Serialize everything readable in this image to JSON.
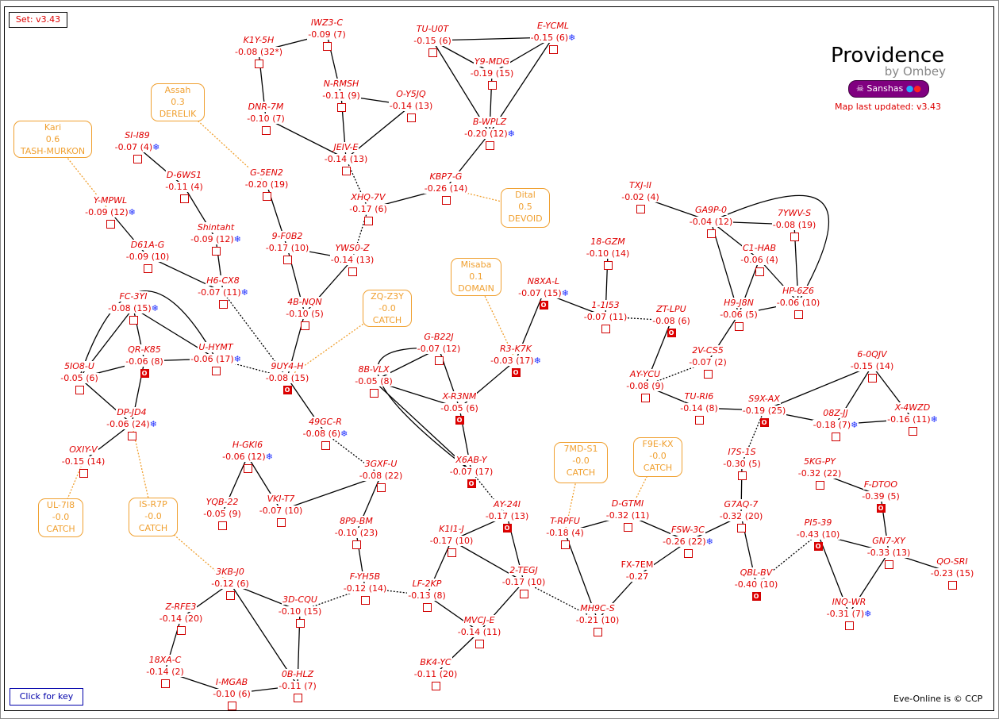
{
  "region": {
    "title": "Providence",
    "byline": "by Ombey",
    "faction": "Sanshas",
    "faction_icon": "skull-crossbones-icon",
    "updated": "Map last updated: v3.43"
  },
  "set_label": "Set: v3.43",
  "key_label": "Click for key",
  "copyright": "Eve-Online is © CCP",
  "colors": {
    "system": "#e00000",
    "neighbor_region": "#f0a030",
    "ice": "#2030ff",
    "faction_badge": "#800080"
  },
  "systems": [
    {
      "name": "IWZ3-C",
      "sec": "-0.09",
      "count": "(7)"
    },
    {
      "name": "K1Y-5H",
      "sec": "-0.08",
      "count": "(32*)"
    },
    {
      "name": "N-RMSH",
      "sec": "-0.11",
      "count": "(9)"
    },
    {
      "name": "O-Y5JQ",
      "sec": "-0.14",
      "count": "(13)"
    },
    {
      "name": "DNR-7M",
      "sec": "-0.10",
      "count": "(7)"
    },
    {
      "name": "JEIV-E",
      "sec": "-0.14",
      "count": "(13)"
    },
    {
      "name": "TU-U0T",
      "sec": "-0.15",
      "count": "(6)"
    },
    {
      "name": "E-YCML",
      "sec": "-0.15",
      "count": "(6)",
      "ice": true
    },
    {
      "name": "Y9-MDG",
      "sec": "-0.19",
      "count": "(15)"
    },
    {
      "name": "B-WPLZ",
      "sec": "-0.20",
      "count": "(12)",
      "ice": true
    },
    {
      "name": "KBP7-G",
      "sec": "-0.26",
      "count": "(14)"
    },
    {
      "name": "XHQ-7V",
      "sec": "-0.17",
      "count": "(6)"
    },
    {
      "name": "SI-I89",
      "sec": "-0.07",
      "count": "(4)",
      "ice": true
    },
    {
      "name": "D-6WS1",
      "sec": "-0.11",
      "count": "(4)"
    },
    {
      "name": "G-5EN2",
      "sec": "-0.20",
      "count": "(19)"
    },
    {
      "name": "Y-MPWL",
      "sec": "-0.09",
      "count": "(12)",
      "ice": true
    },
    {
      "name": "Shintaht",
      "sec": "-0.09",
      "count": "(12)",
      "ice": true
    },
    {
      "name": "9-F0B2",
      "sec": "-0.17",
      "count": "(10)"
    },
    {
      "name": "YWS0-Z",
      "sec": "-0.14",
      "count": "(13)"
    },
    {
      "name": "D61A-G",
      "sec": "-0.09",
      "count": "(10)"
    },
    {
      "name": "H6-CX8",
      "sec": "-0.07",
      "count": "(11)",
      "ice": true
    },
    {
      "name": "4B-NQN",
      "sec": "-0.10",
      "count": "(5)"
    },
    {
      "name": "FC-3YI",
      "sec": "-0.08",
      "count": "(15)",
      "ice": true
    },
    {
      "name": "QR-K85",
      "sec": "-0.06",
      "count": "(8)",
      "station": true
    },
    {
      "name": "U-HYMT",
      "sec": "-0.06",
      "count": "(17)",
      "ice": true
    },
    {
      "name": "5IO8-U",
      "sec": "-0.05",
      "count": "(6)"
    },
    {
      "name": "9UY4-H",
      "sec": "-0.08",
      "count": "(15)",
      "station": true
    },
    {
      "name": "DP-JD4",
      "sec": "-0.06",
      "count": "(24)",
      "ice": true
    },
    {
      "name": "49GC-R",
      "sec": "-0.08",
      "count": "(6)",
      "ice": true
    },
    {
      "name": "OXIY-V",
      "sec": "-0.15",
      "count": "(14)"
    },
    {
      "name": "H-GKI6",
      "sec": "-0.06",
      "count": "(12)",
      "ice": true
    },
    {
      "name": "YQB-22",
      "sec": "-0.05",
      "count": "(9)"
    },
    {
      "name": "VKI-T7",
      "sec": "-0.07",
      "count": "(10)"
    },
    {
      "name": "3GXF-U",
      "sec": "-0.08",
      "count": "(22)"
    },
    {
      "name": "8P9-BM",
      "sec": "-0.10",
      "count": "(23)"
    },
    {
      "name": "3KB-J0",
      "sec": "-0.12",
      "count": "(6)"
    },
    {
      "name": "3D-CQU",
      "sec": "-0.10",
      "count": "(15)"
    },
    {
      "name": "Z-RFE3",
      "sec": "-0.14",
      "count": "(20)"
    },
    {
      "name": "F-YH5B",
      "sec": "-0.12",
      "count": "(14)"
    },
    {
      "name": "18XA-C",
      "sec": "-0.14",
      "count": "(2)"
    },
    {
      "name": "I-MGAB",
      "sec": "-0.10",
      "count": "(6)"
    },
    {
      "name": "0B-HLZ",
      "sec": "-0.11",
      "count": "(7)"
    },
    {
      "name": "TXJ-II",
      "sec": "-0.02",
      "count": "(4)"
    },
    {
      "name": "GA9P-0",
      "sec": "-0.04",
      "count": "(12)"
    },
    {
      "name": "7YWV-S",
      "sec": "-0.08",
      "count": "(19)"
    },
    {
      "name": "18-GZM",
      "sec": "-0.10",
      "count": "(14)"
    },
    {
      "name": "C1-HAB",
      "sec": "-0.06",
      "count": "(4)"
    },
    {
      "name": "N8XA-L",
      "sec": "-0.07",
      "count": "(15)",
      "ice": true,
      "station": true
    },
    {
      "name": "1-1I53",
      "sec": "-0.07",
      "count": "(11)"
    },
    {
      "name": "HP-6Z6",
      "sec": "-0.06",
      "count": "(10)"
    },
    {
      "name": "H9-J8N",
      "sec": "-0.06",
      "count": "(5)"
    },
    {
      "name": "ZT-LPU",
      "sec": "-0.08",
      "count": "(6)",
      "station": true
    },
    {
      "name": "G-B22J",
      "sec": "-0.07",
      "count": "(12)"
    },
    {
      "name": "R3-K7K",
      "sec": "-0.03",
      "count": "(17)",
      "ice": true,
      "station": true
    },
    {
      "name": "2V-CS5",
      "sec": "-0.07",
      "count": "(2)"
    },
    {
      "name": "8B-VLX",
      "sec": "-0.05",
      "count": "(8)"
    },
    {
      "name": "6-0QJV",
      "sec": "-0.15",
      "count": "(14)"
    },
    {
      "name": "AY-YCU",
      "sec": "-0.08",
      "count": "(9)"
    },
    {
      "name": "X-R3NM",
      "sec": "-0.05",
      "count": "(6)",
      "station": true
    },
    {
      "name": "TU-RI6",
      "sec": "-0.14",
      "count": "(8)"
    },
    {
      "name": "S9X-AX",
      "sec": "-0.19",
      "count": "(25)",
      "station": true
    },
    {
      "name": "08Z-JJ",
      "sec": "-0.18",
      "count": "(7)",
      "ice": true
    },
    {
      "name": "X-4WZD",
      "sec": "-0.16",
      "count": "(11)",
      "ice": true
    },
    {
      "name": "I7S-1S",
      "sec": "-0.30",
      "count": "(5)"
    },
    {
      "name": "X6AB-Y",
      "sec": "-0.07",
      "count": "(17)",
      "station": true
    },
    {
      "name": "5KG-PY",
      "sec": "-0.32",
      "count": "(22)"
    },
    {
      "name": "F-DTOO",
      "sec": "-0.39",
      "count": "(5)",
      "station": true
    },
    {
      "name": "AY-24I",
      "sec": "-0.17",
      "count": "(13)",
      "station": true
    },
    {
      "name": "D-GTMI",
      "sec": "-0.32",
      "count": "(11)"
    },
    {
      "name": "T-RPFU",
      "sec": "-0.18",
      "count": "(4)"
    },
    {
      "name": "G7AQ-7",
      "sec": "-0.32",
      "count": "(20)"
    },
    {
      "name": "K1I1-J",
      "sec": "-0.17",
      "count": "(10)"
    },
    {
      "name": "FSW-3C",
      "sec": "-0.26",
      "count": "(22)",
      "ice": true
    },
    {
      "name": "PI5-39",
      "sec": "-0.43",
      "count": "(10)",
      "station": true
    },
    {
      "name": "GN7-XY",
      "sec": "-0.33",
      "count": "(13)"
    },
    {
      "name": "QO-SRI",
      "sec": "-0.23",
      "count": "(15)"
    },
    {
      "name": "FX-7EM",
      "sec": "-0.27",
      "count": "",
      "nobox": true
    },
    {
      "name": "2-TEGJ",
      "sec": "-0.17",
      "count": "(10)"
    },
    {
      "name": "LF-2KP",
      "sec": "-0.13",
      "count": "(8)"
    },
    {
      "name": "QBL-BV",
      "sec": "-0.40",
      "count": "(10)",
      "station": true
    },
    {
      "name": "MH9C-S",
      "sec": "-0.21",
      "count": "(10)"
    },
    {
      "name": "MVCJ-E",
      "sec": "-0.14",
      "count": "(11)"
    },
    {
      "name": "INQ-WR",
      "sec": "-0.31",
      "count": "(7)",
      "ice": true
    },
    {
      "name": "BK4-YC",
      "sec": "-0.11",
      "count": "(20)"
    }
  ],
  "neighbors": [
    {
      "name": "Kari",
      "sec": "0.6",
      "region": "TASH-MURKON",
      "links": [
        "Y-MPWL"
      ]
    },
    {
      "name": "Assah",
      "sec": "0.3",
      "region": "DERELIK",
      "links": [
        "G-5EN2"
      ]
    },
    {
      "name": "Dital",
      "sec": "0.5",
      "region": "DEVOID",
      "links": [
        "KBP7-G"
      ]
    },
    {
      "name": "Misaba",
      "sec": "0.1",
      "region": "DOMAIN",
      "links": [
        "R3-K7K"
      ]
    },
    {
      "name": "ZQ-Z3Y",
      "sec": "-0.0",
      "region": "CATCH",
      "links": [
        "9UY4-H"
      ]
    },
    {
      "name": "7MD-S1",
      "sec": "-0.0",
      "region": "CATCH",
      "links": [
        "T-RPFU"
      ]
    },
    {
      "name": "F9E-KX",
      "sec": "-0.0",
      "region": "CATCH",
      "links": [
        "D-GTMI"
      ]
    },
    {
      "name": "UL-7I8",
      "sec": "-0.0",
      "region": "CATCH",
      "links": [
        "OXIY-V"
      ]
    },
    {
      "name": "IS-R7P",
      "sec": "-0.0",
      "region": "CATCH",
      "links": [
        "DP-JD4",
        "3KB-J0"
      ]
    }
  ],
  "connections": [
    [
      "K1Y-5H",
      "IWZ3-C"
    ],
    [
      "K1Y-5H",
      "DNR-7M"
    ],
    [
      "IWZ3-C",
      "N-RMSH"
    ],
    [
      "N-RMSH",
      "O-Y5JQ"
    ],
    [
      "N-RMSH",
      "JEIV-E"
    ],
    [
      "O-Y5JQ",
      "JEIV-E"
    ],
    [
      "DNR-7M",
      "JEIV-E"
    ],
    [
      "JEIV-E",
      "XHQ-7V",
      "constellation"
    ],
    [
      "XHQ-7V",
      "KBP7-G"
    ],
    [
      "XHQ-7V",
      "YWS0-Z",
      "constellation"
    ],
    [
      "KBP7-G",
      "B-WPLZ"
    ],
    [
      "TU-U0T",
      "E-YCML"
    ],
    [
      "TU-U0T",
      "Y9-MDG"
    ],
    [
      "TU-U0T",
      "B-WPLZ"
    ],
    [
      "Y9-MDG",
      "E-YCML"
    ],
    [
      "Y9-MDG",
      "B-WPLZ"
    ],
    [
      "E-YCML",
      "B-WPLZ"
    ],
    [
      "SI-I89",
      "D-6WS1"
    ],
    [
      "D-6WS1",
      "Shintaht"
    ],
    [
      "Shintaht",
      "H6-CX8"
    ],
    [
      "Y-MPWL",
      "D61A-G"
    ],
    [
      "D61A-G",
      "H6-CX8"
    ],
    [
      "G-5EN2",
      "9-F0B2"
    ],
    [
      "9-F0B2",
      "YWS0-Z"
    ],
    [
      "9-F0B2",
      "4B-NQN"
    ],
    [
      "YWS0-Z",
      "4B-NQN"
    ],
    [
      "4B-NQN",
      "9UY4-H"
    ],
    [
      "H6-CX8",
      "9UY4-H",
      "constellation"
    ],
    [
      "U-HYMT",
      "9UY4-H",
      "constellation"
    ],
    [
      "FC-3YI",
      "5IO8-U"
    ],
    [
      "FC-3YI",
      "QR-K85"
    ],
    [
      "FC-3YI",
      "U-HYMT"
    ],
    [
      "5IO8-U",
      "U-HYMT"
    ],
    [
      "QR-K85",
      "U-HYMT"
    ],
    [
      "5IO8-U",
      "QR-K85"
    ],
    [
      "5IO8-U",
      "DP-JD4"
    ],
    [
      "QR-K85",
      "DP-JD4"
    ],
    [
      "DP-JD4",
      "OXIY-V"
    ],
    [
      "9UY4-H",
      "49GC-R"
    ],
    [
      "49GC-R",
      "3GXF-U",
      "constellation"
    ],
    [
      "3GXF-U",
      "VKI-T7"
    ],
    [
      "3GXF-U",
      "8P9-BM"
    ],
    [
      "H-GKI6",
      "YQB-22"
    ],
    [
      "H-GKI6",
      "VKI-T7"
    ],
    [
      "8P9-BM",
      "F-YH5B"
    ],
    [
      "F-YH5B",
      "3D-CQU",
      "constellation"
    ],
    [
      "F-YH5B",
      "LF-2KP",
      "constellation"
    ],
    [
      "3KB-J0",
      "3D-CQU"
    ],
    [
      "3KB-J0",
      "Z-RFE3"
    ],
    [
      "3KB-J0",
      "0B-HLZ"
    ],
    [
      "3D-CQU",
      "0B-HLZ"
    ],
    [
      "Z-RFE3",
      "18XA-C"
    ],
    [
      "18XA-C",
      "I-MGAB"
    ],
    [
      "I-MGAB",
      "0B-HLZ"
    ],
    [
      "G-B22J",
      "8B-VLX"
    ],
    [
      "G-B22J",
      "X-R3NM"
    ],
    [
      "G-B22J",
      "X6AB-Y"
    ],
    [
      "8B-VLX",
      "X-R3NM"
    ],
    [
      "8B-VLX",
      "X6AB-Y"
    ],
    [
      "X-R3NM",
      "X6AB-Y"
    ],
    [
      "X-R3NM",
      "R3-K7K"
    ],
    [
      "R3-K7K",
      "N8XA-L"
    ],
    [
      "N8XA-L",
      "1-1I53"
    ],
    [
      "18-GZM",
      "1-1I53"
    ],
    [
      "1-1I53",
      "ZT-LPU",
      "constellation"
    ],
    [
      "ZT-LPU",
      "AY-YCU"
    ],
    [
      "AY-YCU",
      "2V-CS5",
      "constellation"
    ],
    [
      "2V-CS5",
      "H9-J8N"
    ],
    [
      "AY-YCU",
      "TU-RI6"
    ],
    [
      "TU-RI6",
      "S9X-AX"
    ],
    [
      "S9X-AX",
      "6-0QJV"
    ],
    [
      "S9X-AX",
      "08Z-JJ"
    ],
    [
      "6-0QJV",
      "08Z-JJ"
    ],
    [
      "6-0QJV",
      "X-4WZD"
    ],
    [
      "08Z-JJ",
      "X-4WZD"
    ],
    [
      "S9X-AX",
      "I7S-1S",
      "constellation"
    ],
    [
      "I7S-1S",
      "G7AQ-7"
    ],
    [
      "G7AQ-7",
      "FSW-3C"
    ],
    [
      "G7AQ-7",
      "QBL-BV"
    ],
    [
      "QBL-BV",
      "PI5-39",
      "constellation"
    ],
    [
      "PI5-39",
      "GN7-XY"
    ],
    [
      "PI5-39",
      "INQ-WR"
    ],
    [
      "GN7-XY",
      "INQ-WR"
    ],
    [
      "GN7-XY",
      "F-DTOO"
    ],
    [
      "GN7-XY",
      "QO-SRI"
    ],
    [
      "5KG-PY",
      "F-DTOO"
    ],
    [
      "D-GTMI",
      "FSW-3C"
    ],
    [
      "D-GTMI",
      "T-RPFU"
    ],
    [
      "FSW-3C",
      "FX-7EM"
    ],
    [
      "FX-7EM",
      "MH9C-S"
    ],
    [
      "T-RPFU",
      "MH9C-S"
    ],
    [
      "2-TEGJ",
      "MH9C-S",
      "constellation"
    ],
    [
      "X6AB-Y",
      "AY-24I",
      "constellation"
    ],
    [
      "AY-24I",
      "K1I1-J"
    ],
    [
      "AY-24I",
      "2-TEGJ"
    ],
    [
      "K1I1-J",
      "2-TEGJ"
    ],
    [
      "K1I1-J",
      "LF-2KP"
    ],
    [
      "LF-2KP",
      "MVCJ-E"
    ],
    [
      "2-TEGJ",
      "MVCJ-E"
    ],
    [
      "MVCJ-E",
      "BK4-YC"
    ],
    [
      "TXJ-II",
      "GA9P-0"
    ],
    [
      "GA9P-0",
      "7YWV-S"
    ],
    [
      "GA9P-0",
      "C1-HAB"
    ],
    [
      "GA9P-0",
      "H9-J8N"
    ],
    [
      "GA9P-0",
      "HP-6Z6"
    ],
    [
      "7YWV-S",
      "HP-6Z6"
    ],
    [
      "C1-HAB",
      "H9-J8N"
    ],
    [
      "C1-HAB",
      "HP-6Z6"
    ],
    [
      "H9-J8N",
      "HP-6Z6"
    ]
  ]
}
